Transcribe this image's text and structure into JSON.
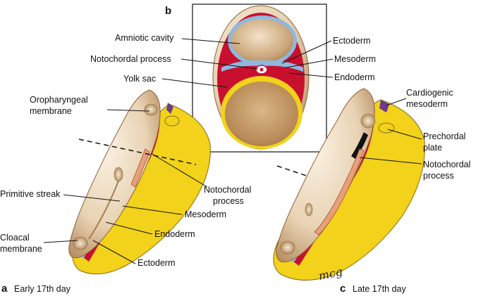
{
  "panels": {
    "a": {
      "letter": "a",
      "caption": "Early 17th day"
    },
    "b": {
      "letter": "b"
    },
    "c": {
      "letter": "c",
      "caption": "Late 17th day"
    }
  },
  "labels_b": {
    "amniotic_cavity": "Amniotic cavity",
    "notochordal_process": "Notochordal process",
    "yolk_sac": "Yolk sac",
    "ectoderm": "Ectoderm",
    "mesoderm": "Mesoderm",
    "endoderm": "Endoderm"
  },
  "labels_a": {
    "oropharyngeal_1": "Oropharyngeal",
    "oropharyngeal_2": "membrane",
    "primitive_streak": "Primitive streak",
    "notochordal_1": "Notochordal",
    "notochordal_2": "process",
    "mesoderm": "Mesoderm",
    "endoderm": "Endoderm",
    "cloacal_1": "Cloacal",
    "cloacal_2": "membrane",
    "ectoderm": "Ectoderm"
  },
  "labels_c": {
    "cardiogenic_1": "Cardiogenic",
    "cardiogenic_2": "mesoderm",
    "prechordal_1": "Prechordal",
    "prechordal_2": "plate",
    "notochordal_1": "Notochordal",
    "notochordal_2": "process"
  },
  "signature": "mcg",
  "colors": {
    "ectoderm": "#8fb8e0",
    "mesoderm": "#c8102e",
    "endoderm": "#f2d21a",
    "yolk": "#f2d21a",
    "tan": "#e8d3b4",
    "tan_dark": "#b48a5c",
    "cavity": "#c9a57a",
    "purple": "#6b3c8c",
    "notochord": "#e7a07a"
  }
}
